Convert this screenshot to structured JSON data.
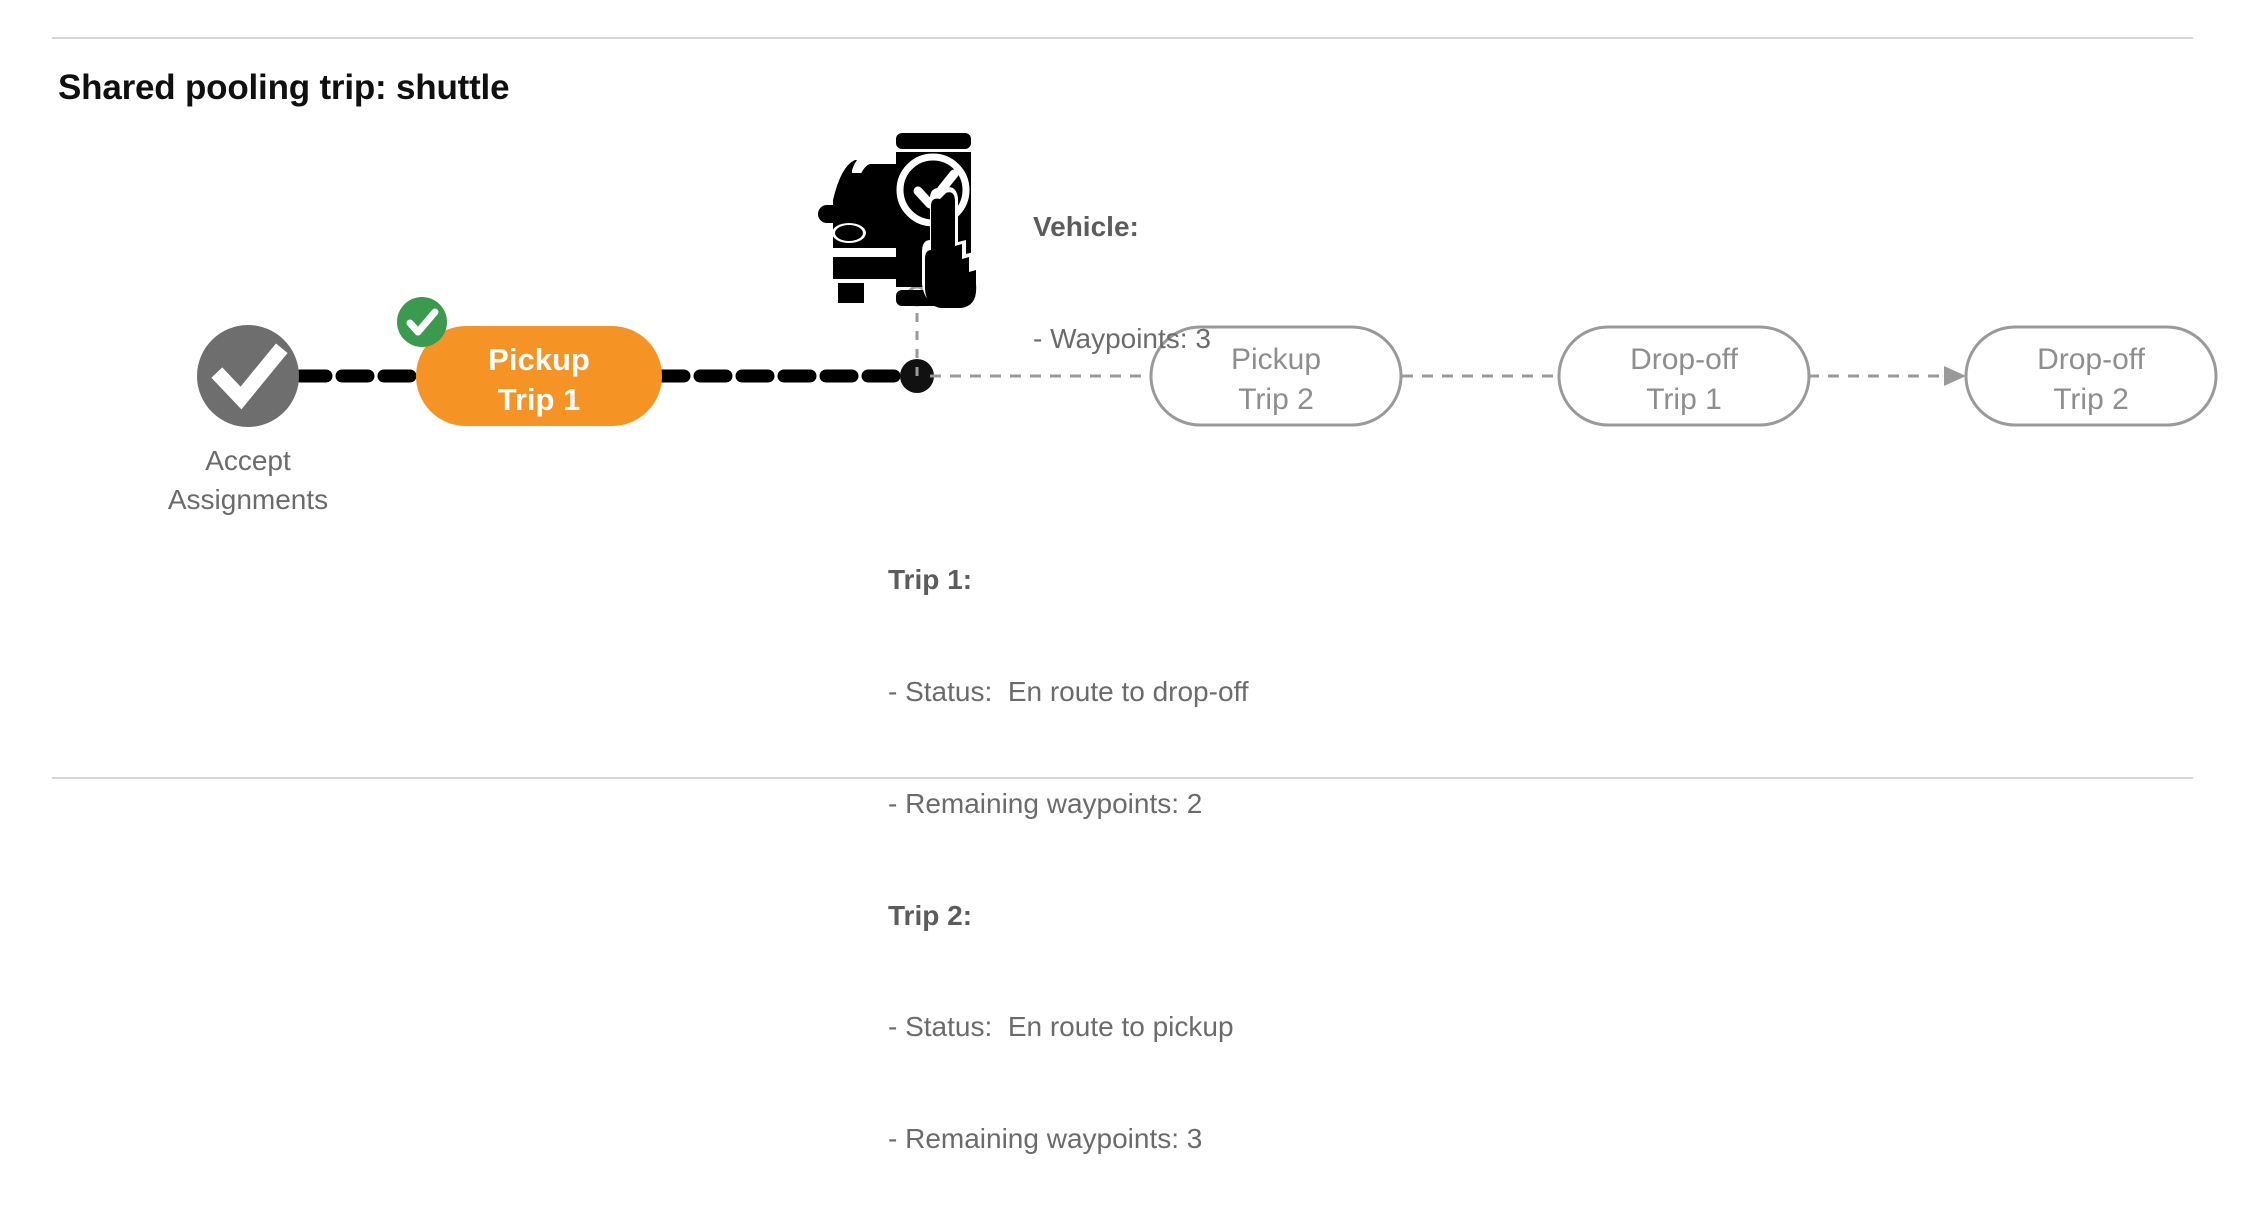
{
  "page": {
    "title": "Shared pooling trip: shuttle"
  },
  "flow": {
    "start_node": {
      "icon": "check-circle-icon",
      "caption_line1": "Accept",
      "caption_line2": "Assignments"
    },
    "vehicle_marker": {
      "icon": "vehicle-phone-check-icon"
    },
    "steps": [
      {
        "line1": "Pickup",
        "line2": "Trip 1",
        "state": "completed",
        "badge": "check-badge-icon"
      },
      {
        "line1": "Pickup",
        "line2": "Trip 2",
        "state": "pending",
        "badge": ""
      },
      {
        "line1": "Drop-off",
        "line2": "Trip 1",
        "state": "pending",
        "badge": ""
      },
      {
        "line1": "Drop-off",
        "line2": "Trip 2",
        "state": "pending",
        "badge": ""
      }
    ]
  },
  "vehicle_info": {
    "heading": "Vehicle",
    "heading_suffix": ":",
    "lines": [
      "- Waypoints: 3"
    ]
  },
  "trip_info": {
    "trip1": {
      "heading": "Trip 1",
      "heading_suffix": ":",
      "status_line": "- Status:  En route to drop-off",
      "waypoints_line": "- Remaining waypoints: 2"
    },
    "trip2": {
      "heading": "Trip 2",
      "heading_suffix": ":",
      "status_line": "- Status:  En route to pickup",
      "waypoints_line": "- Remaining waypoints: 3"
    }
  },
  "colors": {
    "completed_fill": "#F59425",
    "badge_green": "#3A9A4E",
    "start_gray": "#6E6E6E",
    "pending_stroke": "#9a9a9a",
    "text_gray": "#6b6b6b",
    "divider": "#d6d6d6"
  }
}
